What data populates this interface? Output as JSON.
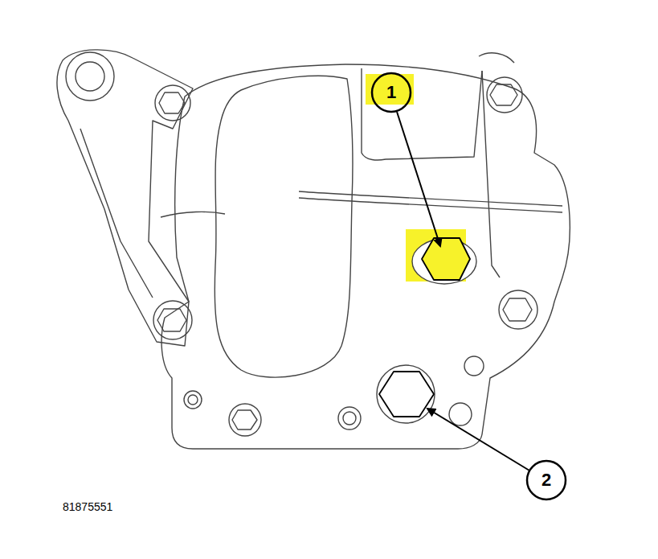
{
  "diagram": {
    "labels": [
      "1",
      "2",
      "81875551"
    ]
  }
}
